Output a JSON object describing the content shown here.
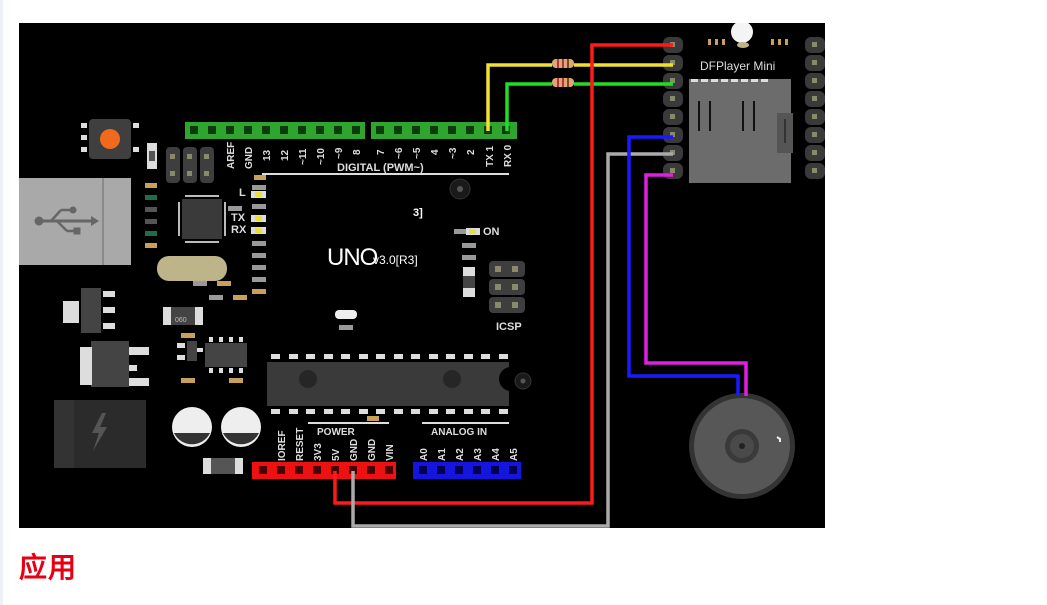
{
  "figure": {
    "description": "Wiring diagram: Arduino UNO connected to DFPlayer Mini and speaker",
    "board": {
      "name": "UNO",
      "version": "v3.0[R3]",
      "digital_header_label": "DIGITAL (PWM~)",
      "digital_pins": [
        "AREF",
        "GND",
        "13",
        "12",
        "~11",
        "~10",
        "~9",
        "8",
        "7",
        "~6",
        "~5",
        "4",
        "~3",
        "2",
        "TX 1",
        "RX 0"
      ],
      "power_header_label": "POWER",
      "power_pins": [
        "IOREF",
        "RESET",
        "3V3",
        "5V",
        "GND",
        "GND",
        "VIN"
      ],
      "analog_header_label": "ANALOG IN",
      "analog_pins": [
        "A0",
        "A1",
        "A2",
        "A3",
        "A4",
        "A5"
      ],
      "led_labels": [
        "L",
        "TX",
        "RX"
      ],
      "on_label": "ON",
      "icsp_label": "ICSP",
      "crystal_label": "060"
    },
    "module": {
      "name": "DFPlayer Mini"
    },
    "wires": [
      {
        "from": "5V",
        "to": "DFPlayer VCC",
        "color": "#ff1a1a"
      },
      {
        "from": "TX 1",
        "to": "DFPlayer RX (via resistor)",
        "color": "#f0e030"
      },
      {
        "from": "RX 0",
        "to": "DFPlayer TX (via resistor)",
        "color": "#22dd22"
      },
      {
        "from": "DFPlayer SPK1",
        "to": "Speaker",
        "color": "#1a1aff"
      },
      {
        "from": "GND",
        "to": "DFPlayer GND",
        "color": "#aaaaaa"
      },
      {
        "from": "DFPlayer SPK2",
        "to": "Speaker",
        "color": "#e020e0"
      }
    ],
    "colors": {
      "digital_header": "#2fa52f",
      "power_header": "#ee1111",
      "analog_header": "#1515e0",
      "background": "#000000"
    }
  },
  "section": {
    "title": "应用",
    "title_color": "#e60012"
  }
}
